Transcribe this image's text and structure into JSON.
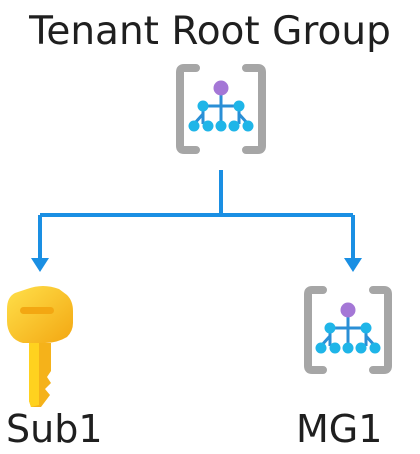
{
  "diagram": {
    "root": {
      "title": "Tenant Root Group",
      "icon": "management-group-icon"
    },
    "children": [
      {
        "label": "Sub1",
        "icon": "subscription-key-icon"
      },
      {
        "label": "MG1",
        "icon": "management-group-icon"
      }
    ],
    "colors": {
      "connector": "#1a8fe3",
      "bracket": "#a6a6a6",
      "node_top": "#a477d6",
      "node_bottom": "#1fb5e8",
      "node_lines": "#2a8fd6",
      "key_light": "#ffd21f",
      "key_dark": "#f3a712"
    }
  }
}
